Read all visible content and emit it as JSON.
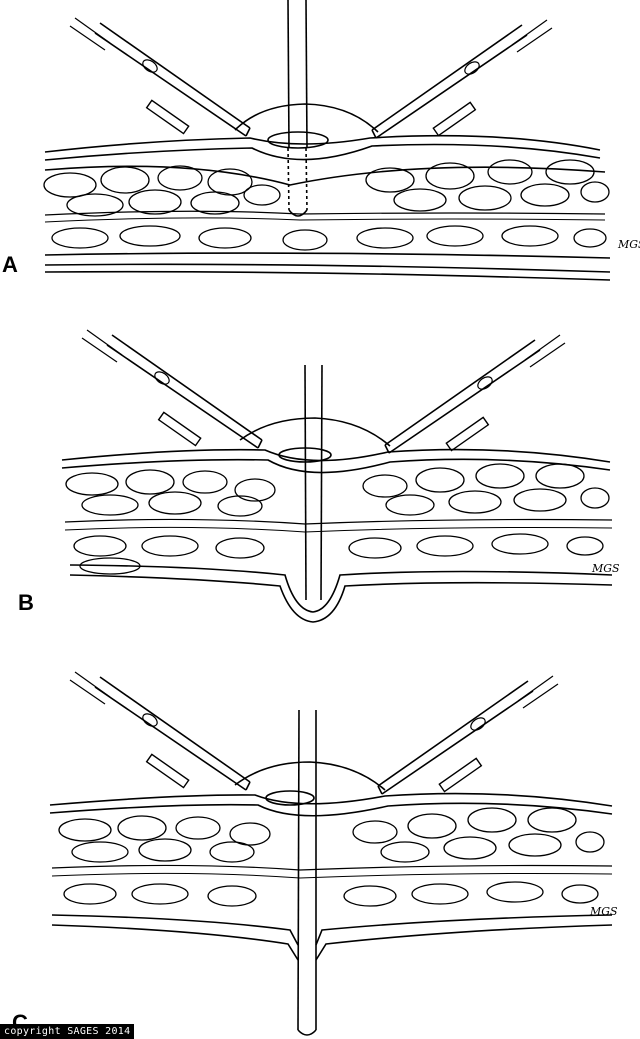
{
  "panels": [
    {
      "id": "a",
      "label": "A",
      "artist_mark": "MGS"
    },
    {
      "id": "b",
      "label": "B",
      "artist_mark": "MGS"
    },
    {
      "id": "c",
      "label": "C",
      "artist_mark": "MGS"
    }
  ],
  "copyright": "copyright SAGES 2014",
  "colors": {
    "ink": "#000000",
    "paper": "#ffffff"
  }
}
